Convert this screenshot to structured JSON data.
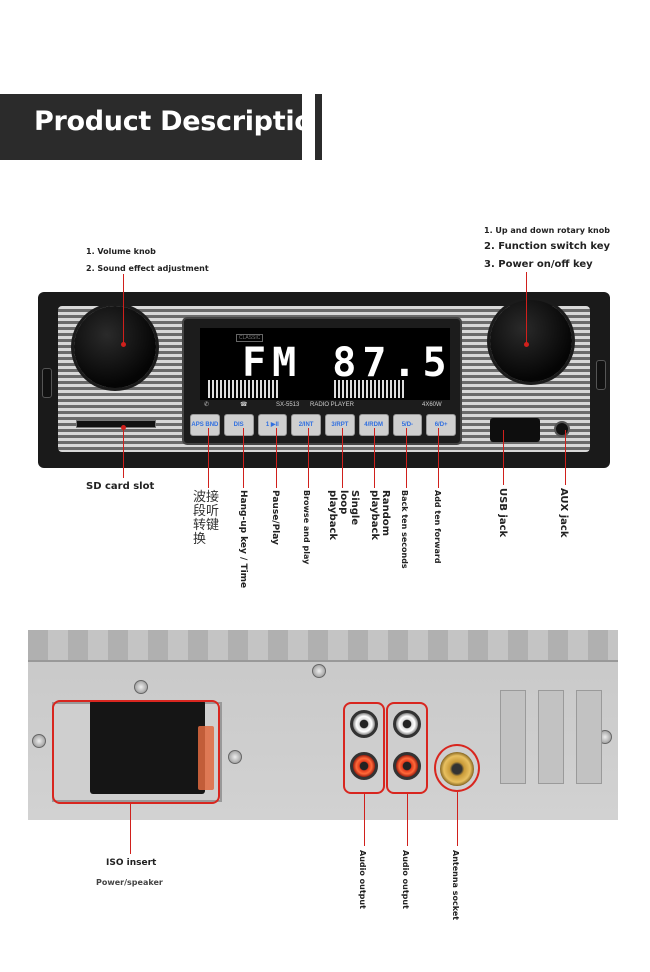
{
  "header": {
    "title": "Product Description"
  },
  "front_panel": {
    "callouts_left": [
      "1. Volume knob",
      "2. Sound effect adjustment"
    ],
    "callouts_right": [
      "1. Up and down rotary knob",
      "2. Function switch key",
      "3. Power on/off key"
    ],
    "sd_label": "SD card slot",
    "display": {
      "band": "FM",
      "frequency": "87.5",
      "mode_tag": "CLASSIC",
      "model": "SX-5513",
      "name": "RADIO PLAYER",
      "power": "4X60W"
    },
    "buttons": [
      {
        "label": "APS BND"
      },
      {
        "label": "DIS"
      },
      {
        "label": "1 ▶II"
      },
      {
        "label": "2/INT"
      },
      {
        "label": "3/RPT"
      },
      {
        "label": "4/RDM"
      },
      {
        "label": "5/D-"
      },
      {
        "label": "6/D+"
      }
    ],
    "button_labels": [
      "波接段听转键换",
      "Hang-up key / Time",
      "Pause/Play",
      "Browse and play",
      "Single loop playback",
      "Random playback",
      "Back ten seconds",
      "Add ten forward"
    ],
    "usb_label": "USB jack",
    "aux_label": "AUX jack",
    "accent_color": "#d0201c",
    "button_text_color": "#2f6fe0"
  },
  "rear_panel": {
    "iso_label": "ISO insert",
    "iso_sub_label": "Power/speaker",
    "audio_output_1": "Audio output",
    "audio_output_2": "Audio output",
    "antenna_label": "Antenna socket"
  }
}
